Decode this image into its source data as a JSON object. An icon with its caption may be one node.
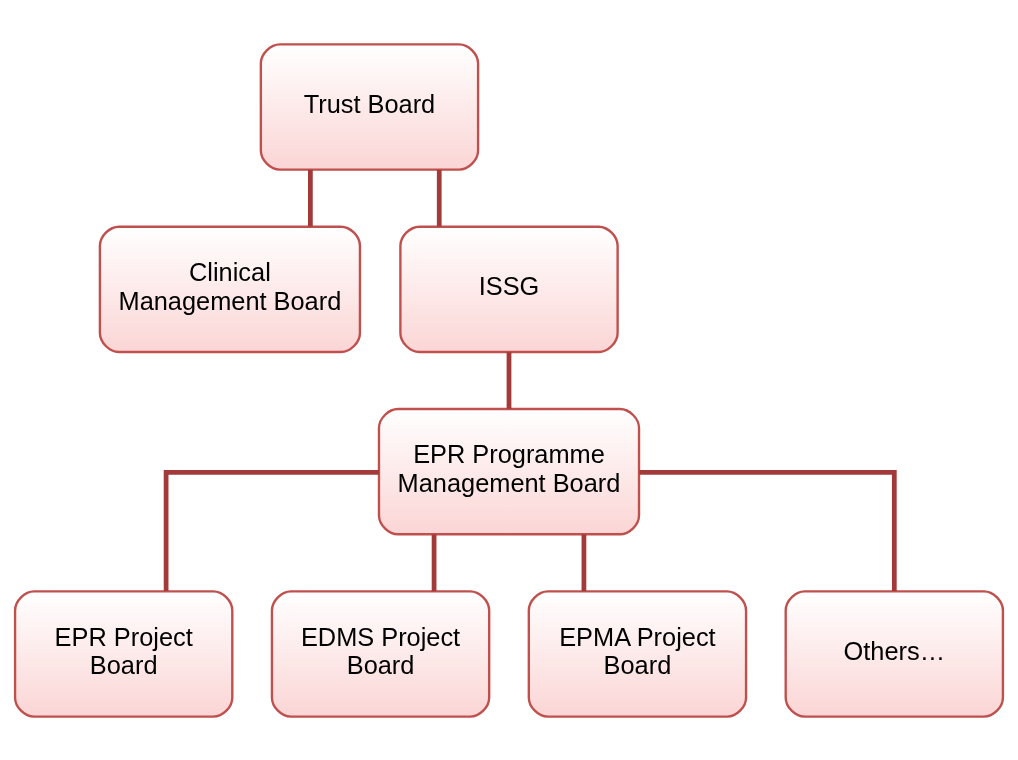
{
  "diagram": {
    "nodes": [
      {
        "text": [
          "Trust Board"
        ]
      },
      {
        "text": [
          "Clinical Management Board"
        ]
      },
      {
        "text": [
          "ISSG"
        ]
      },
      {
        "text": [
          "EPR Programme Management Board"
        ]
      },
      {
        "text": [
          "EPR Project Board"
        ]
      },
      {
        "text": [
          "EDMS Project Board"
        ]
      },
      {
        "text": [
          "EPMA Project Board"
        ]
      },
      {
        "text": [
          "Others…"
        ]
      }
    ],
    "edges": [
      {
        "from": 0,
        "to": 1,
        "arrow": "none"
      },
      {
        "from": 0,
        "to": 2,
        "arrow": "none"
      },
      {
        "from": 2,
        "to": 3,
        "arrow": "none"
      },
      {
        "from": 3,
        "to": 4,
        "arrow": "none"
      },
      {
        "from": 3,
        "to": 5,
        "arrow": "none"
      },
      {
        "from": 3,
        "to": 6,
        "arrow": "none"
      },
      {
        "from": 3,
        "to": 7,
        "arrow": "none"
      }
    ]
  }
}
